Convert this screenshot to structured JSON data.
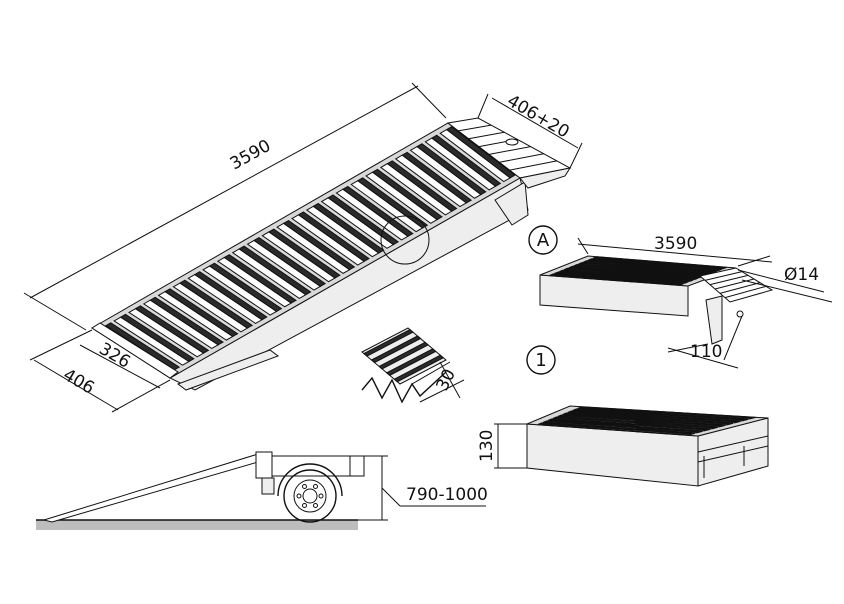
{
  "labels": {
    "length_main": "3590",
    "width_top": "406+20",
    "width_inner": "326",
    "width_outer": "406",
    "detail_a_marker": "A",
    "detail_a_length": "3590",
    "detail_a_pin": "Ø14",
    "detail_a_hook": "110",
    "slat_profile": "30",
    "detail_1_marker": "1",
    "detail_1_height": "130",
    "trailer_height": "790-1000"
  },
  "colors": {
    "line": "#111111",
    "slot_fill": "#2a2a2a",
    "ground": "#bdbdbd"
  }
}
